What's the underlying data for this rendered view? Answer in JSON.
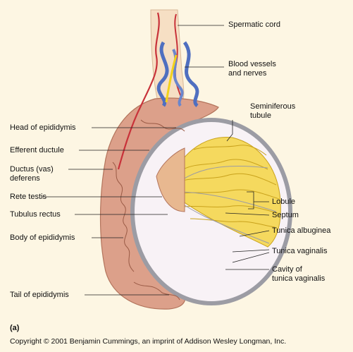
{
  "labels": {
    "spermatic_cord": "Spermatic cord",
    "blood_vessels": "Blood vessels\nand nerves",
    "seminiferous_tubule": "Seminiferous\ntubule",
    "head_epididymis": "Head of epididymis",
    "efferent_ductule": "Efferent ductule",
    "ductus_deferens": "Ductus (vas)\ndeferens",
    "rete_testis": "Rete testis",
    "tubulus_rectus": "Tubulus rectus",
    "body_epididymis": "Body of epididymis",
    "lobule": "Lobule",
    "septum": "Septum",
    "tunica_albuginea": "Tunica albuginea",
    "tunica_vaginalis": "Tunica vaginalis",
    "cavity_tunica_vaginalis": "Cavity of\ntunica vaginalis",
    "tail_epididymis": "Tail of epididymis"
  },
  "part_label": "(a)",
  "copyright": "Copyright © 2001 Benjamin Cummings, an imprint of Addison Wesley Longman, Inc.",
  "colors": {
    "background": "#fdf6e3",
    "cord": "#f6dfc4",
    "epididymis": "#dca08a",
    "tubule_line": "#9a5a45",
    "testis_fill": "#f8f2f6",
    "lobule_fill": "#f5d95e",
    "lobule_line": "#c9a21c",
    "tunica": "#9c9ca4",
    "artery": "#c8323a",
    "vein": "#4f6fc0",
    "nerve": "#f2d21a"
  }
}
